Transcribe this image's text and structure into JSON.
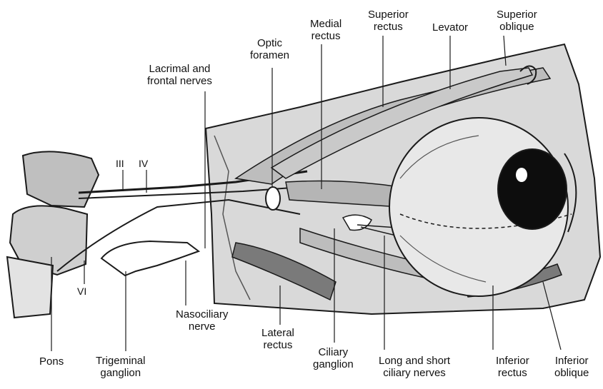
{
  "labels": {
    "lacrimal_frontal": "Lacrimal and\nfrontal nerves",
    "optic_foramen": "Optic\nforamen",
    "medial_rectus": "Medial\nrectus",
    "superior_rectus": "Superior\nrectus",
    "levator": "Levator",
    "superior_oblique": "Superior\noblique",
    "nerve_iii": "III",
    "nerve_iv": "IV",
    "nerve_vi": "VI",
    "nasociliary": "Nasociliary\nnerve",
    "lateral_rectus": "Lateral\nrectus",
    "ciliary_ganglion": "Ciliary\nganglion",
    "long_short_ciliary": "Long and short\nciliary nerves",
    "inferior_rectus": "Inferior\nrectus",
    "inferior_oblique": "Inferior\noblique",
    "pons": "Pons",
    "trigeminal": "Trigeminal\nganglion"
  },
  "colors": {
    "orbit_fill": "#d9d9d9",
    "muscle_fill": "#bdbdbd",
    "dark_muscle": "#7a7a7a",
    "outline": "#1a1a1a",
    "pupil": "#0d0d0d"
  }
}
